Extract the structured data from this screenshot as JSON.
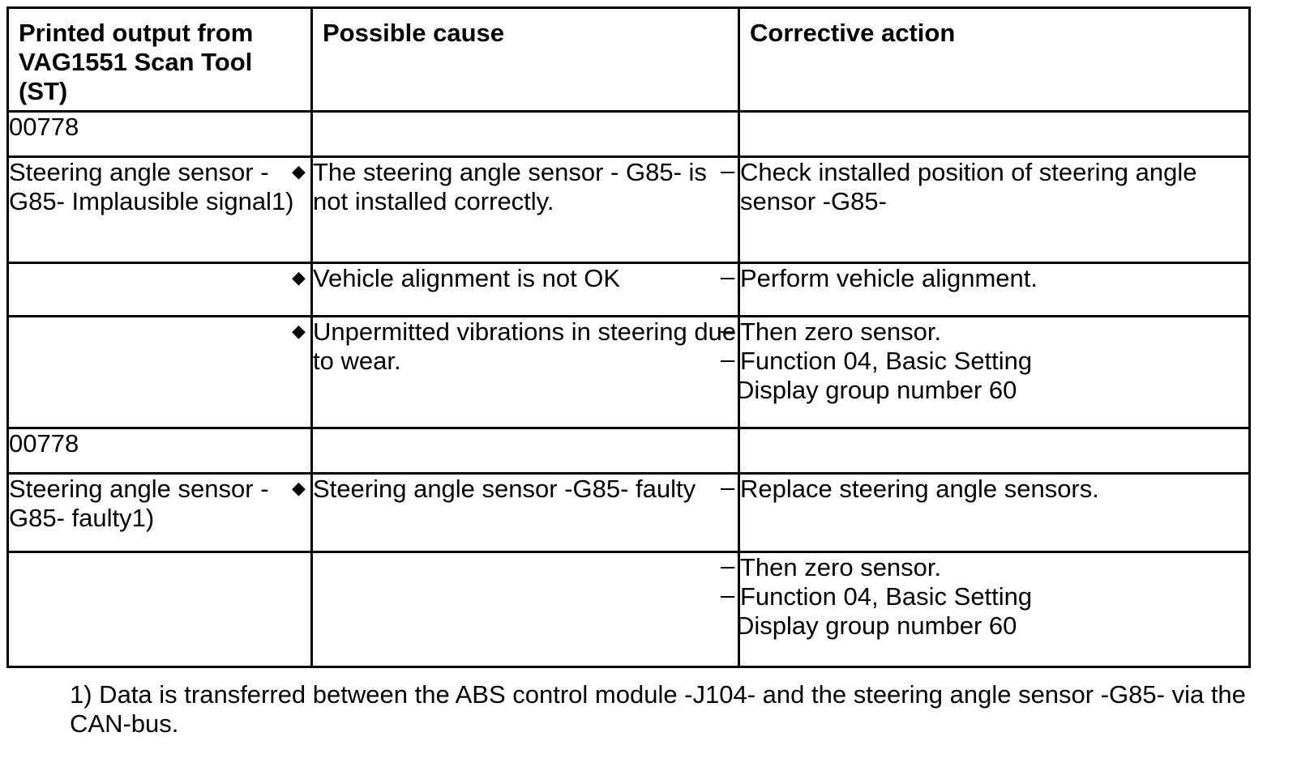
{
  "table": {
    "headers": [
      "Printed output from VAG1551 Scan Tool (ST)",
      "Possible cause",
      "Corrective action"
    ],
    "rows": [
      {
        "printed": "00778",
        "cause": "",
        "actions": []
      },
      {
        "printed": "Steering angle sensor - G85- Implausible signal1)",
        "cause": "The steering angle sensor - G85- is not installed correctly.",
        "actions": [
          "Check installed position of steering angle sensor -G85-"
        ]
      },
      {
        "printed": "",
        "cause": "Vehicle alignment is not OK",
        "actions": [
          "Perform vehicle alignment."
        ]
      },
      {
        "printed": "",
        "cause": "Unpermitted vibrations in steering due to wear.",
        "actions": [
          "Then zero sensor.",
          "Function 04, Basic Setting"
        ],
        "note": "Display group number 60"
      },
      {
        "printed": "00778",
        "cause": "",
        "actions": []
      },
      {
        "printed": "Steering angle sensor - G85- faulty1)",
        "cause": "Steering angle sensor -G85- faulty",
        "actions": [
          "Replace steering angle sensors."
        ]
      },
      {
        "printed": "",
        "cause": "",
        "actions": [
          "Then zero sensor.",
          "Function 04, Basic Setting"
        ],
        "note": "Display group number 60"
      }
    ]
  },
  "footnote": "1) Data is transferred between the ABS control module -J104- and the steering angle sensor -G85- via the CAN-bus."
}
